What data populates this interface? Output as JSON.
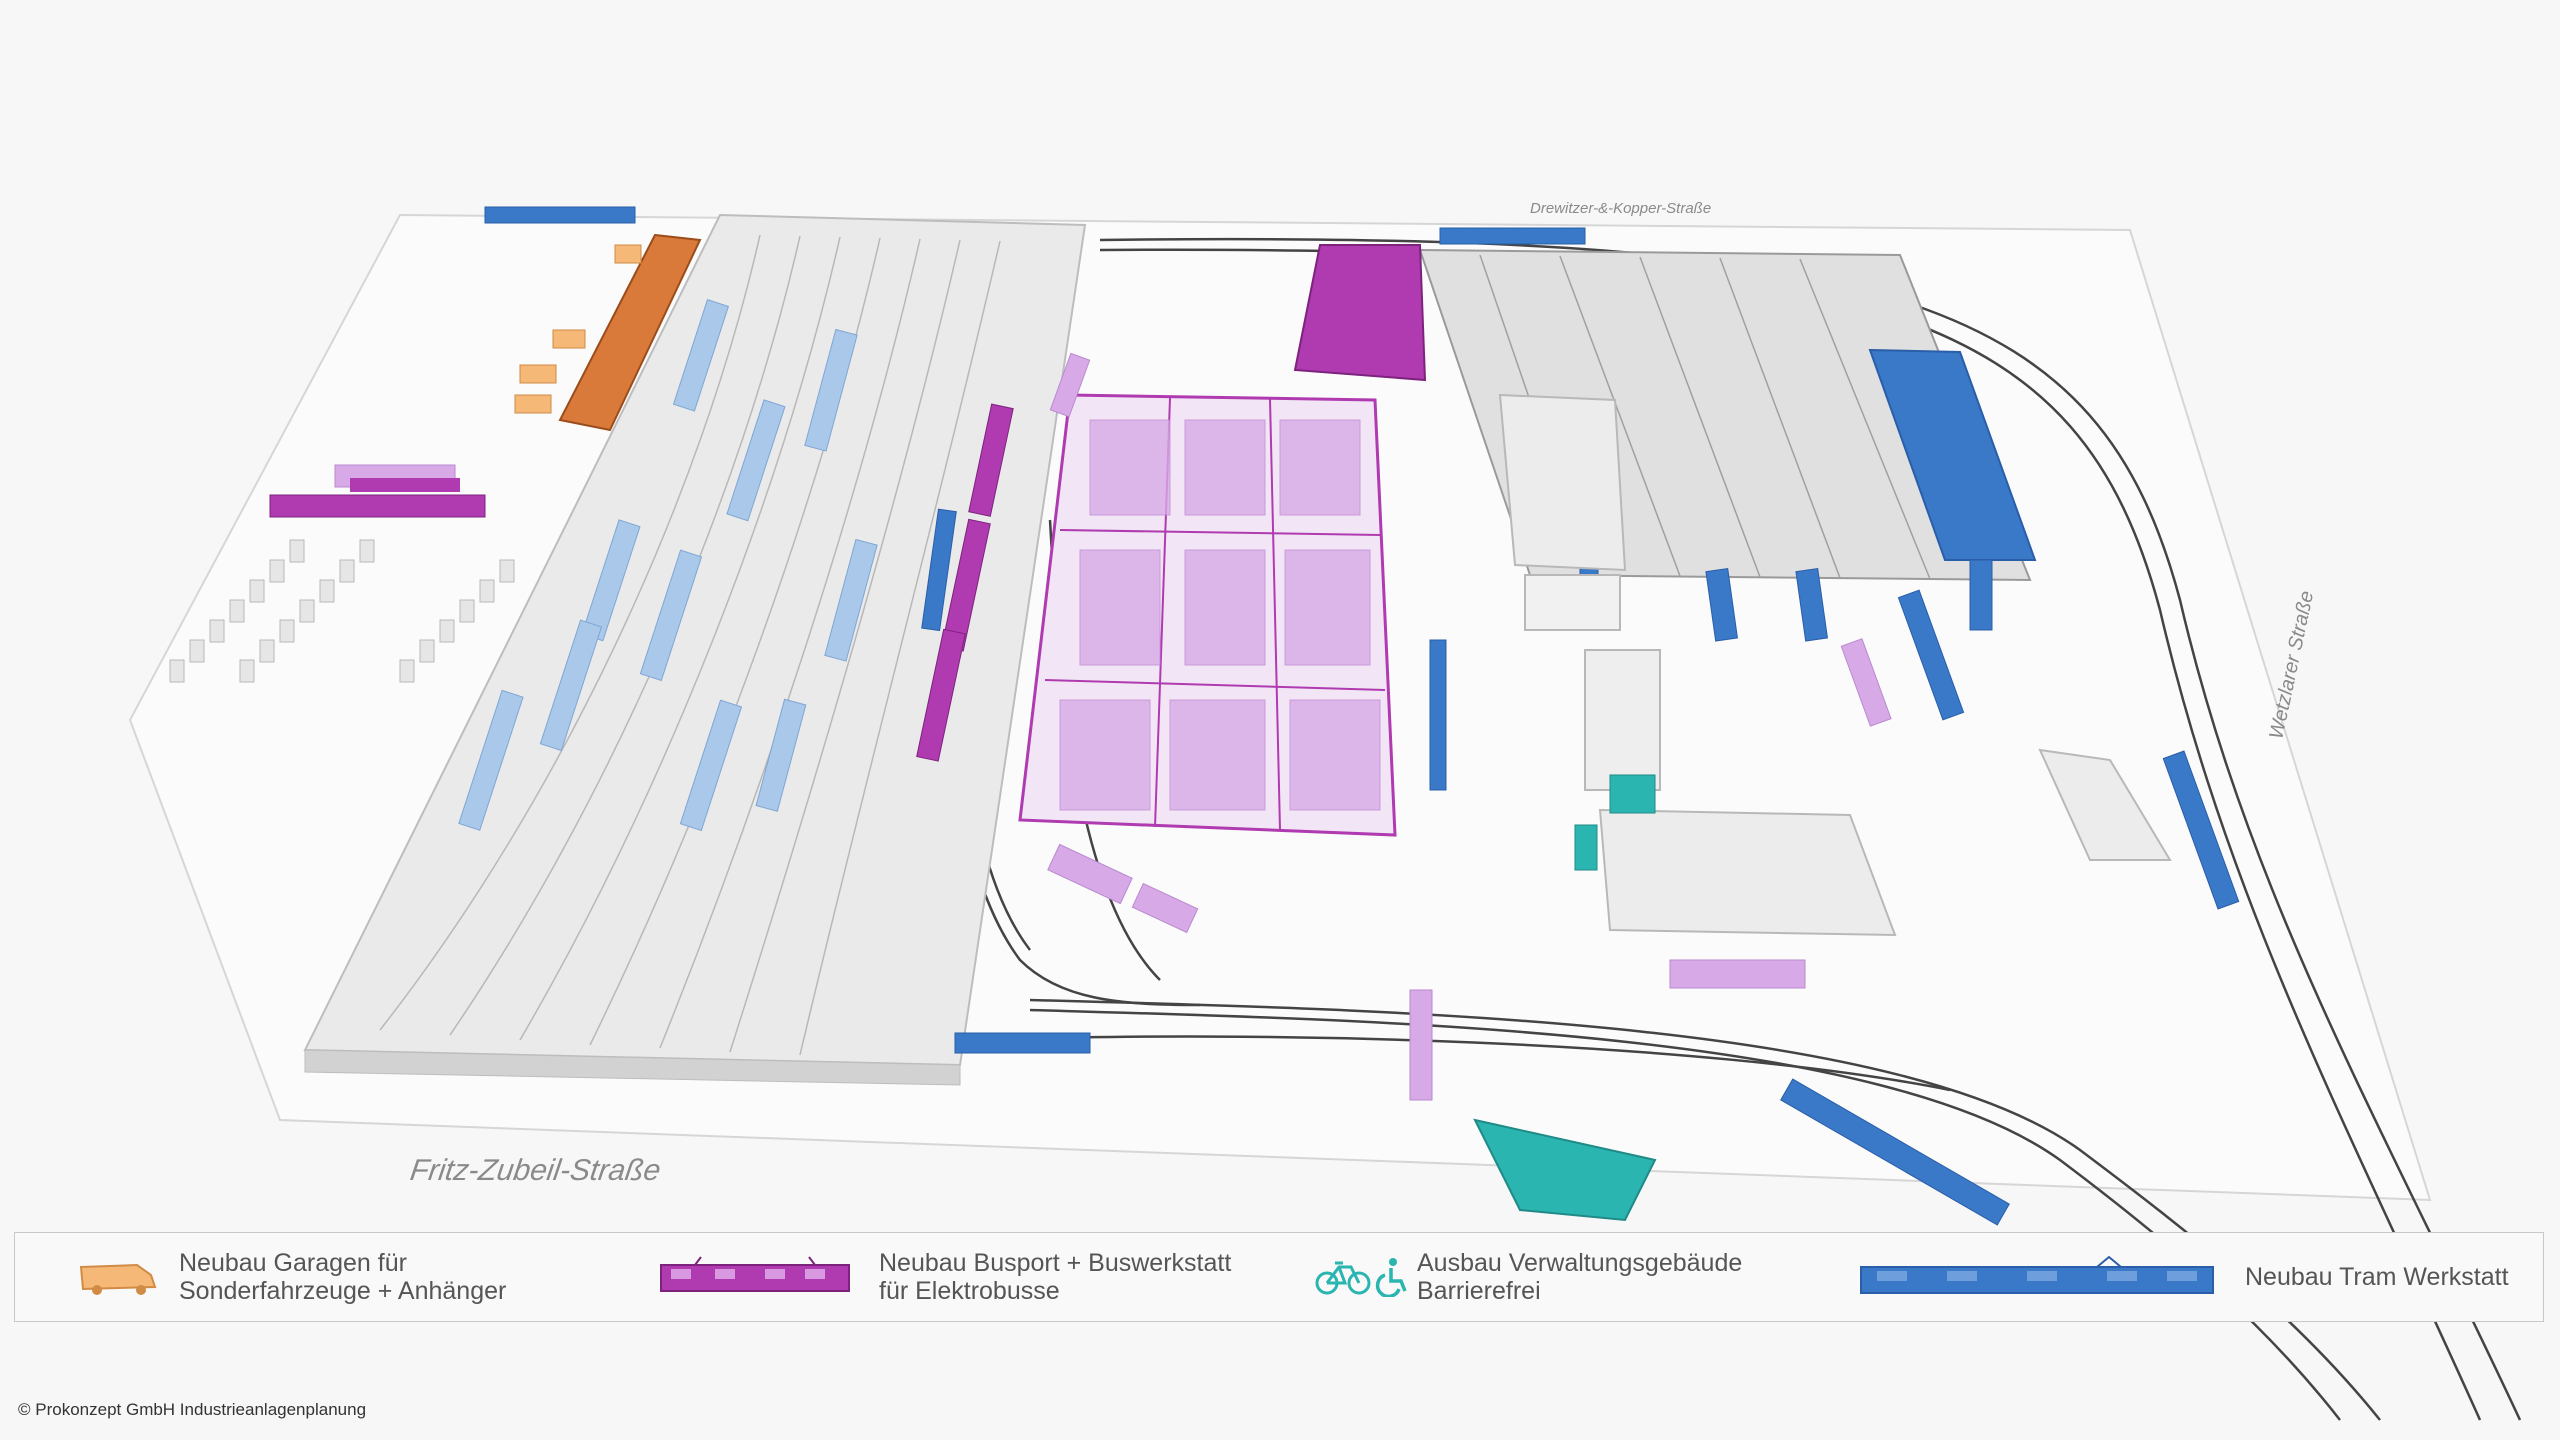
{
  "streets": {
    "south": "Fritz-Zubeil-Straße",
    "north": "Drewitzer-&-Kopper-Straße",
    "east": "Wetzlarer Straße"
  },
  "legend": {
    "items": [
      {
        "line1": "Neubau Garagen für",
        "line2": "Sonderfahrzeuge + Anhänger",
        "icon": "van-icon",
        "color": "#f5b877"
      },
      {
        "line1": "Neubau Busport + Buswerkstatt",
        "line2": "für Elektrobusse",
        "icon": "bus-icon",
        "color": "#b03ab0"
      },
      {
        "line1": "Ausbau Verwaltungsgebäude",
        "line2": "Barrierefrei",
        "icon": "bicycle-wheelchair-icon",
        "color": "#2bb5b0"
      },
      {
        "line1": "Neubau Tram Werkstatt",
        "line2": "",
        "icon": "tram-icon",
        "color": "#3a78c8"
      }
    ]
  },
  "copyright": "© Prokonzept GmbH Industrieanlagenplanung",
  "colors": {
    "garage": "#d9793a",
    "busport": "#b03ab0",
    "busport_light": "#d7a9e6",
    "admin": "#2bb5b0",
    "tram": "#3a78c8",
    "tram_light": "#a9c8ea",
    "building": "#e6e6e6"
  }
}
